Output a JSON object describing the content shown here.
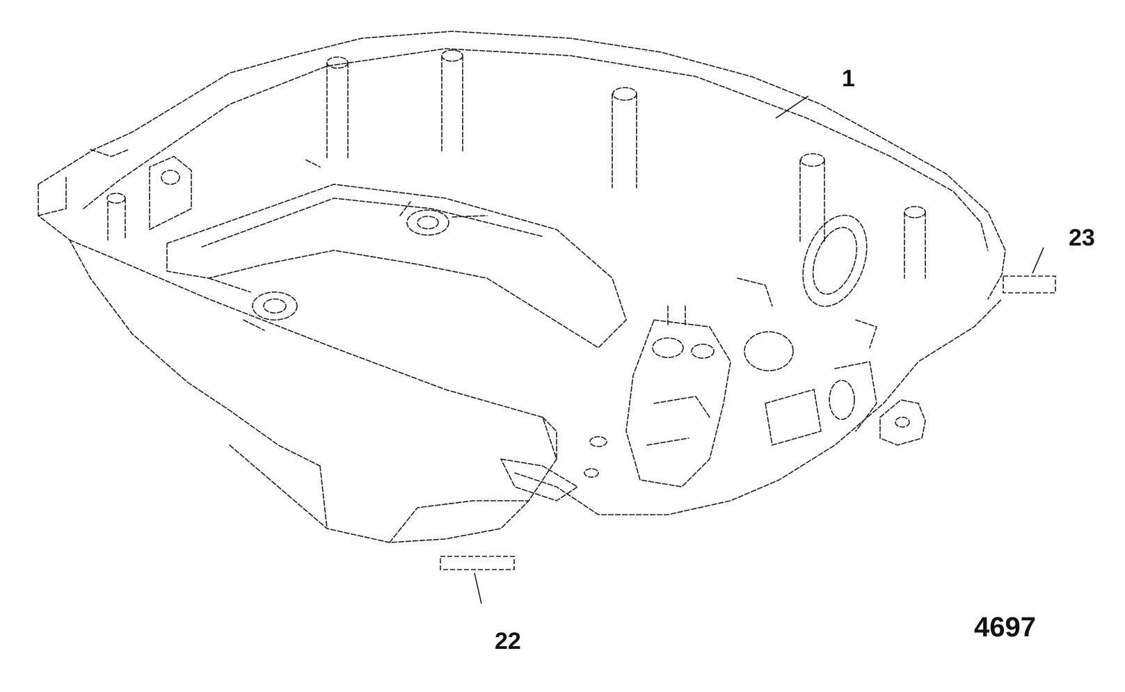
{
  "callouts": {
    "part_1": "1",
    "part_22": "22",
    "part_23": "23"
  },
  "figure_number": "4697",
  "colors": {
    "line": "#1a1a1a",
    "background": "#ffffff"
  }
}
